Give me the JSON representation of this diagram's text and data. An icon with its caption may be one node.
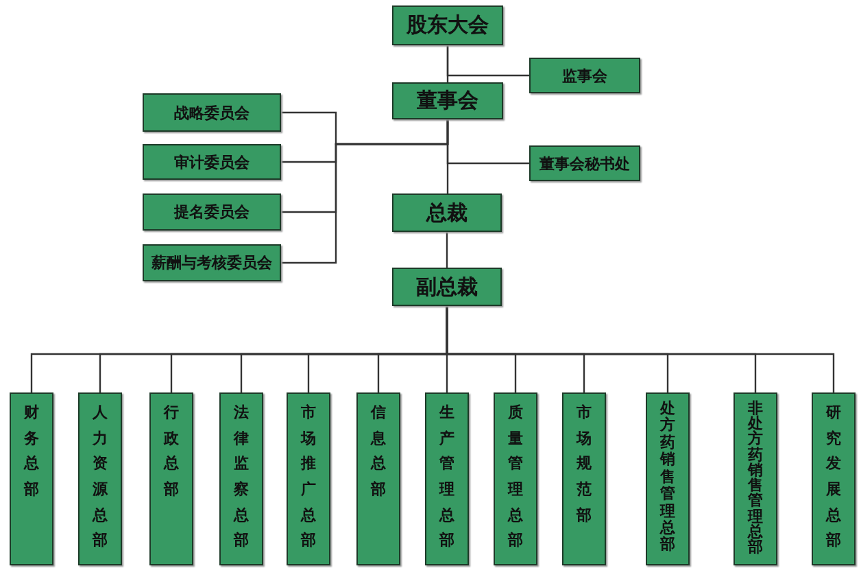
{
  "diagram": {
    "nodes": [
      {
        "text": [
          "股东大会"
        ]
      },
      {
        "text": [
          "监事会"
        ]
      },
      {
        "text": [
          "董事会"
        ]
      },
      {
        "text": [
          "战略委员会"
        ]
      },
      {
        "text": [
          "审计委员会"
        ]
      },
      {
        "text": [
          "提名委员会"
        ]
      },
      {
        "text": [
          "薪酬与考核委员会"
        ]
      },
      {
        "text": [
          "董事会秘书处"
        ]
      },
      {
        "text": [
          "总裁"
        ]
      },
      {
        "text": [
          "副总裁"
        ]
      },
      {
        "text": [
          "财务总部"
        ]
      },
      {
        "text": [
          "人力资源总部"
        ]
      },
      {
        "text": [
          "行政总部"
        ]
      },
      {
        "text": [
          "法律监察总部"
        ]
      },
      {
        "text": [
          "市场推广总部"
        ]
      },
      {
        "text": [
          "信息总部"
        ]
      },
      {
        "text": [
          "生产管理总部"
        ]
      },
      {
        "text": [
          "质量管理总部"
        ]
      },
      {
        "text": [
          "市场规范部"
        ]
      },
      {
        "text": [
          "处方药销售管理总部"
        ]
      },
      {
        "text": [
          "非处方药销售管理总部"
        ]
      },
      {
        "text": [
          "研究发展总部"
        ]
      }
    ],
    "edges": [
      {
        "from": 0,
        "to": 1,
        "arrow": "none"
      },
      {
        "from": 0,
        "to": 2,
        "arrow": "none"
      },
      {
        "from": 2,
        "to": 3,
        "arrow": "none"
      },
      {
        "from": 2,
        "to": 4,
        "arrow": "none"
      },
      {
        "from": 2,
        "to": 5,
        "arrow": "none"
      },
      {
        "from": 2,
        "to": 6,
        "arrow": "none"
      },
      {
        "from": 2,
        "to": 7,
        "arrow": "none"
      },
      {
        "from": 2,
        "to": 8,
        "arrow": "none"
      },
      {
        "from": 8,
        "to": 9,
        "arrow": "none"
      },
      {
        "from": 9,
        "to": 10,
        "arrow": "none"
      },
      {
        "from": 9,
        "to": 11,
        "arrow": "none"
      },
      {
        "from": 9,
        "to": 12,
        "arrow": "none"
      },
      {
        "from": 9,
        "to": 13,
        "arrow": "none"
      },
      {
        "from": 9,
        "to": 14,
        "arrow": "none"
      },
      {
        "from": 9,
        "to": 15,
        "arrow": "none"
      },
      {
        "from": 9,
        "to": 16,
        "arrow": "none"
      },
      {
        "from": 9,
        "to": 17,
        "arrow": "none"
      },
      {
        "from": 9,
        "to": 18,
        "arrow": "none"
      },
      {
        "from": 9,
        "to": 19,
        "arrow": "none"
      },
      {
        "from": 9,
        "to": 20,
        "arrow": "none"
      },
      {
        "from": 9,
        "to": 21,
        "arrow": "none"
      }
    ]
  }
}
